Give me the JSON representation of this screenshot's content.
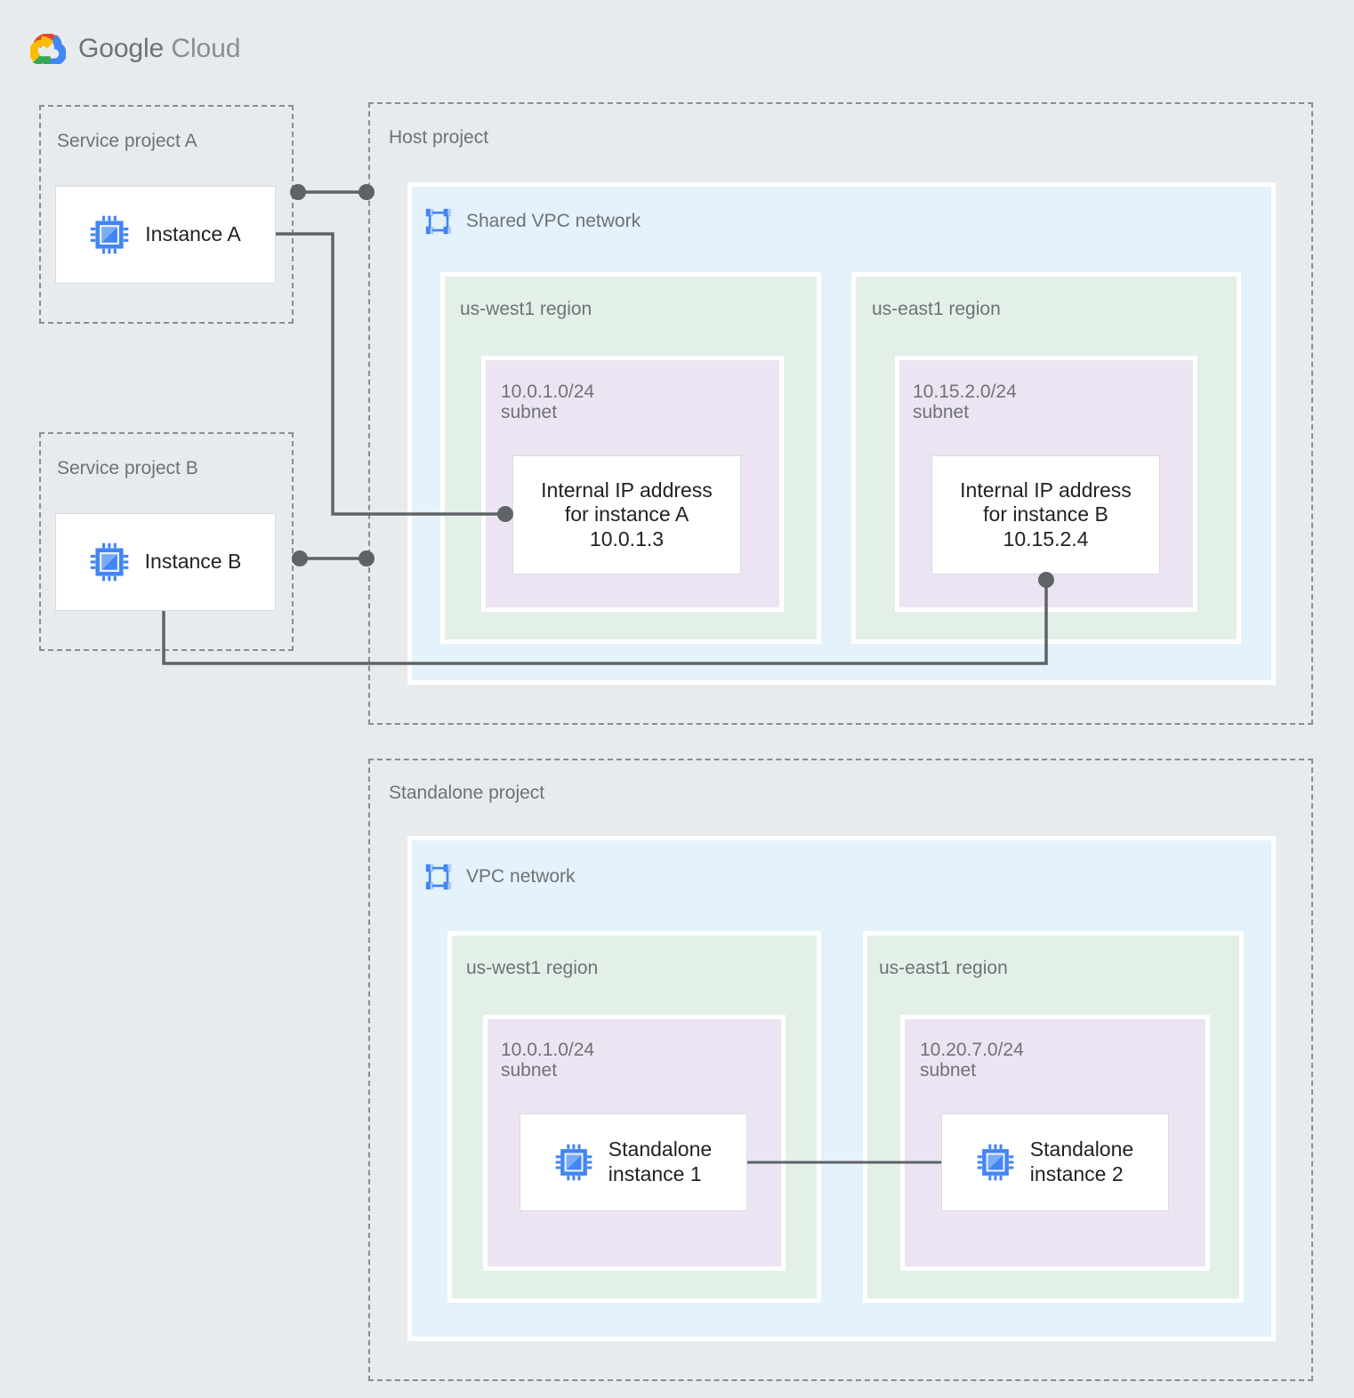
{
  "brand": {
    "name_part1": "Google",
    "name_part2": "Cloud",
    "logo_icon": "google-cloud-logo",
    "colors": {
      "red": "#ea4335",
      "blue": "#4285f4",
      "yellow": "#fbbc05",
      "green": "#34a853",
      "text": "#6e7175"
    }
  },
  "palette": {
    "page_background": "#e8ebed",
    "project_border": "#8b8e91",
    "network_fill": "#e3f2fb",
    "region_fill": "#e3f0e8",
    "subnet_fill": "#ece4f3",
    "card_fill": "#ffffff",
    "connector": "#5f6368",
    "icon_blue": "#4285f4",
    "icon_blue_light": "#a8c7fa",
    "label_text": "#6f7275",
    "card_text": "#1f2124"
  },
  "projects": {
    "service_a": {
      "label": "Service project A",
      "instance": {
        "label": "Instance A",
        "icon": "cpu-chip-icon"
      }
    },
    "service_b": {
      "label": "Service project B",
      "instance": {
        "label": "Instance B",
        "icon": "cpu-chip-icon"
      }
    },
    "host": {
      "label": "Host project",
      "network": {
        "title": "Shared VPC network",
        "icon": "vpc-network-icon",
        "regions": [
          {
            "label": "us-west1 region",
            "subnet": {
              "cidr": "10.0.1.0/24",
              "kind": "subnet",
              "label": "10.0.1.0/24\nsubnet"
            },
            "card": {
              "text": "Internal IP address\nfor instance A\n10.0.1.3",
              "line1": "Internal IP address",
              "line2": "for instance A",
              "ip": "10.0.1.3"
            }
          },
          {
            "label": "us-east1 region",
            "subnet": {
              "cidr": "10.15.2.0/24",
              "kind": "subnet",
              "label": "10.15.2.0/24\nsubnet"
            },
            "card": {
              "text": "Internal IP address\nfor instance B\n10.15.2.4",
              "line1": "Internal IP address",
              "line2": "for instance B",
              "ip": "10.15.2.4"
            }
          }
        ]
      }
    },
    "standalone": {
      "label": "Standalone project",
      "network": {
        "title": "VPC network",
        "icon": "vpc-network-icon",
        "regions": [
          {
            "label": "us-west1 region",
            "subnet": {
              "cidr": "10.0.1.0/24",
              "kind": "subnet",
              "label": "10.0.1.0/24\nsubnet"
            },
            "card": {
              "text": "Standalone\ninstance 1",
              "icon": "cpu-chip-icon"
            }
          },
          {
            "label": "us-east1 region",
            "subnet": {
              "cidr": "10.20.7.0/24",
              "kind": "subnet",
              "label": "10.20.7.0/24\nsubnet"
            },
            "card": {
              "text": "Standalone\ninstance 2",
              "icon": "cpu-chip-icon"
            }
          }
        ]
      }
    }
  },
  "connections": [
    {
      "name": "instance-a-to-host-project",
      "style": "dot-line-dot"
    },
    {
      "name": "instance-a-to-internal-ip-a",
      "style": "elbow-dot"
    },
    {
      "name": "instance-b-to-host-project",
      "style": "dot-line-dot"
    },
    {
      "name": "instance-b-to-internal-ip-b",
      "style": "elbow-dot"
    },
    {
      "name": "standalone-instance-1-to-2",
      "style": "straight-line"
    }
  ]
}
